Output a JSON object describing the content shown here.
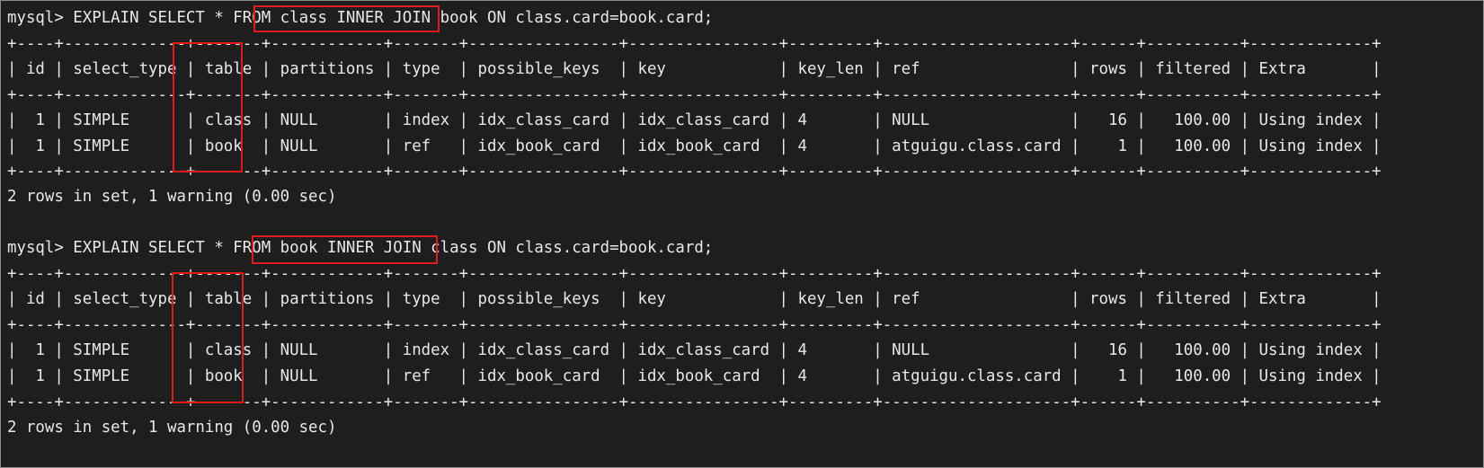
{
  "terminal": {
    "block1": {
      "command": "mysql> EXPLAIN SELECT * FROM class INNER JOIN book ON class.card=book.card;",
      "border_top": "+----+-------------+-------+------------+-------+----------------+----------------+---------+--------------------+------+----------+-------------+",
      "header": "| id | select_type | table | partitions | type  | possible_keys  | key            | key_len | ref                | rows | filtered | Extra       |",
      "border_mid": "+----+-------------+-------+------------+-------+----------------+----------------+---------+--------------------+------+----------+-------------+",
      "rows": [
        "|  1 | SIMPLE      | class | NULL       | index | idx_class_card | idx_class_card | 4       | NULL               |   16 |   100.00 | Using index |",
        "|  1 | SIMPLE      | book  | NULL       | ref   | idx_book_card  | idx_book_card  | 4       | atguigu.class.card |    1 |   100.00 | Using index |"
      ],
      "border_bottom": "+----+-------------+-------+------------+-------+----------------+----------------+---------+--------------------+------+----------+-------------+",
      "footer": "2 rows in set, 1 warning (0.00 sec)"
    },
    "block2": {
      "command": "mysql> EXPLAIN SELECT * FROM book INNER JOIN class ON class.card=book.card;",
      "border_top": "+----+-------------+-------+------------+-------+----------------+----------------+---------+--------------------+------+----------+-------------+",
      "header": "| id | select_type | table | partitions | type  | possible_keys  | key            | key_len | ref                | rows | filtered | Extra       |",
      "border_mid": "+----+-------------+-------+------------+-------+----------------+----------------+---------+--------------------+------+----------+-------------+",
      "rows": [
        "|  1 | SIMPLE      | class | NULL       | index | idx_class_card | idx_class_card | 4       | NULL               |   16 |   100.00 | Using index |",
        "|  1 | SIMPLE      | book  | NULL       | ref   | idx_book_card  | idx_book_card  | 4       | atguigu.class.card |    1 |   100.00 | Using index |"
      ],
      "border_bottom": "+----+-------------+-------+------------+-------+----------------+----------------+---------+--------------------+------+----------+-------------+",
      "footer": "2 rows in set, 1 warning (0.00 sec)"
    },
    "colors": {
      "background": "#1e1e1e",
      "text": "#e8e8e8",
      "highlight": "#e01b1b"
    }
  }
}
